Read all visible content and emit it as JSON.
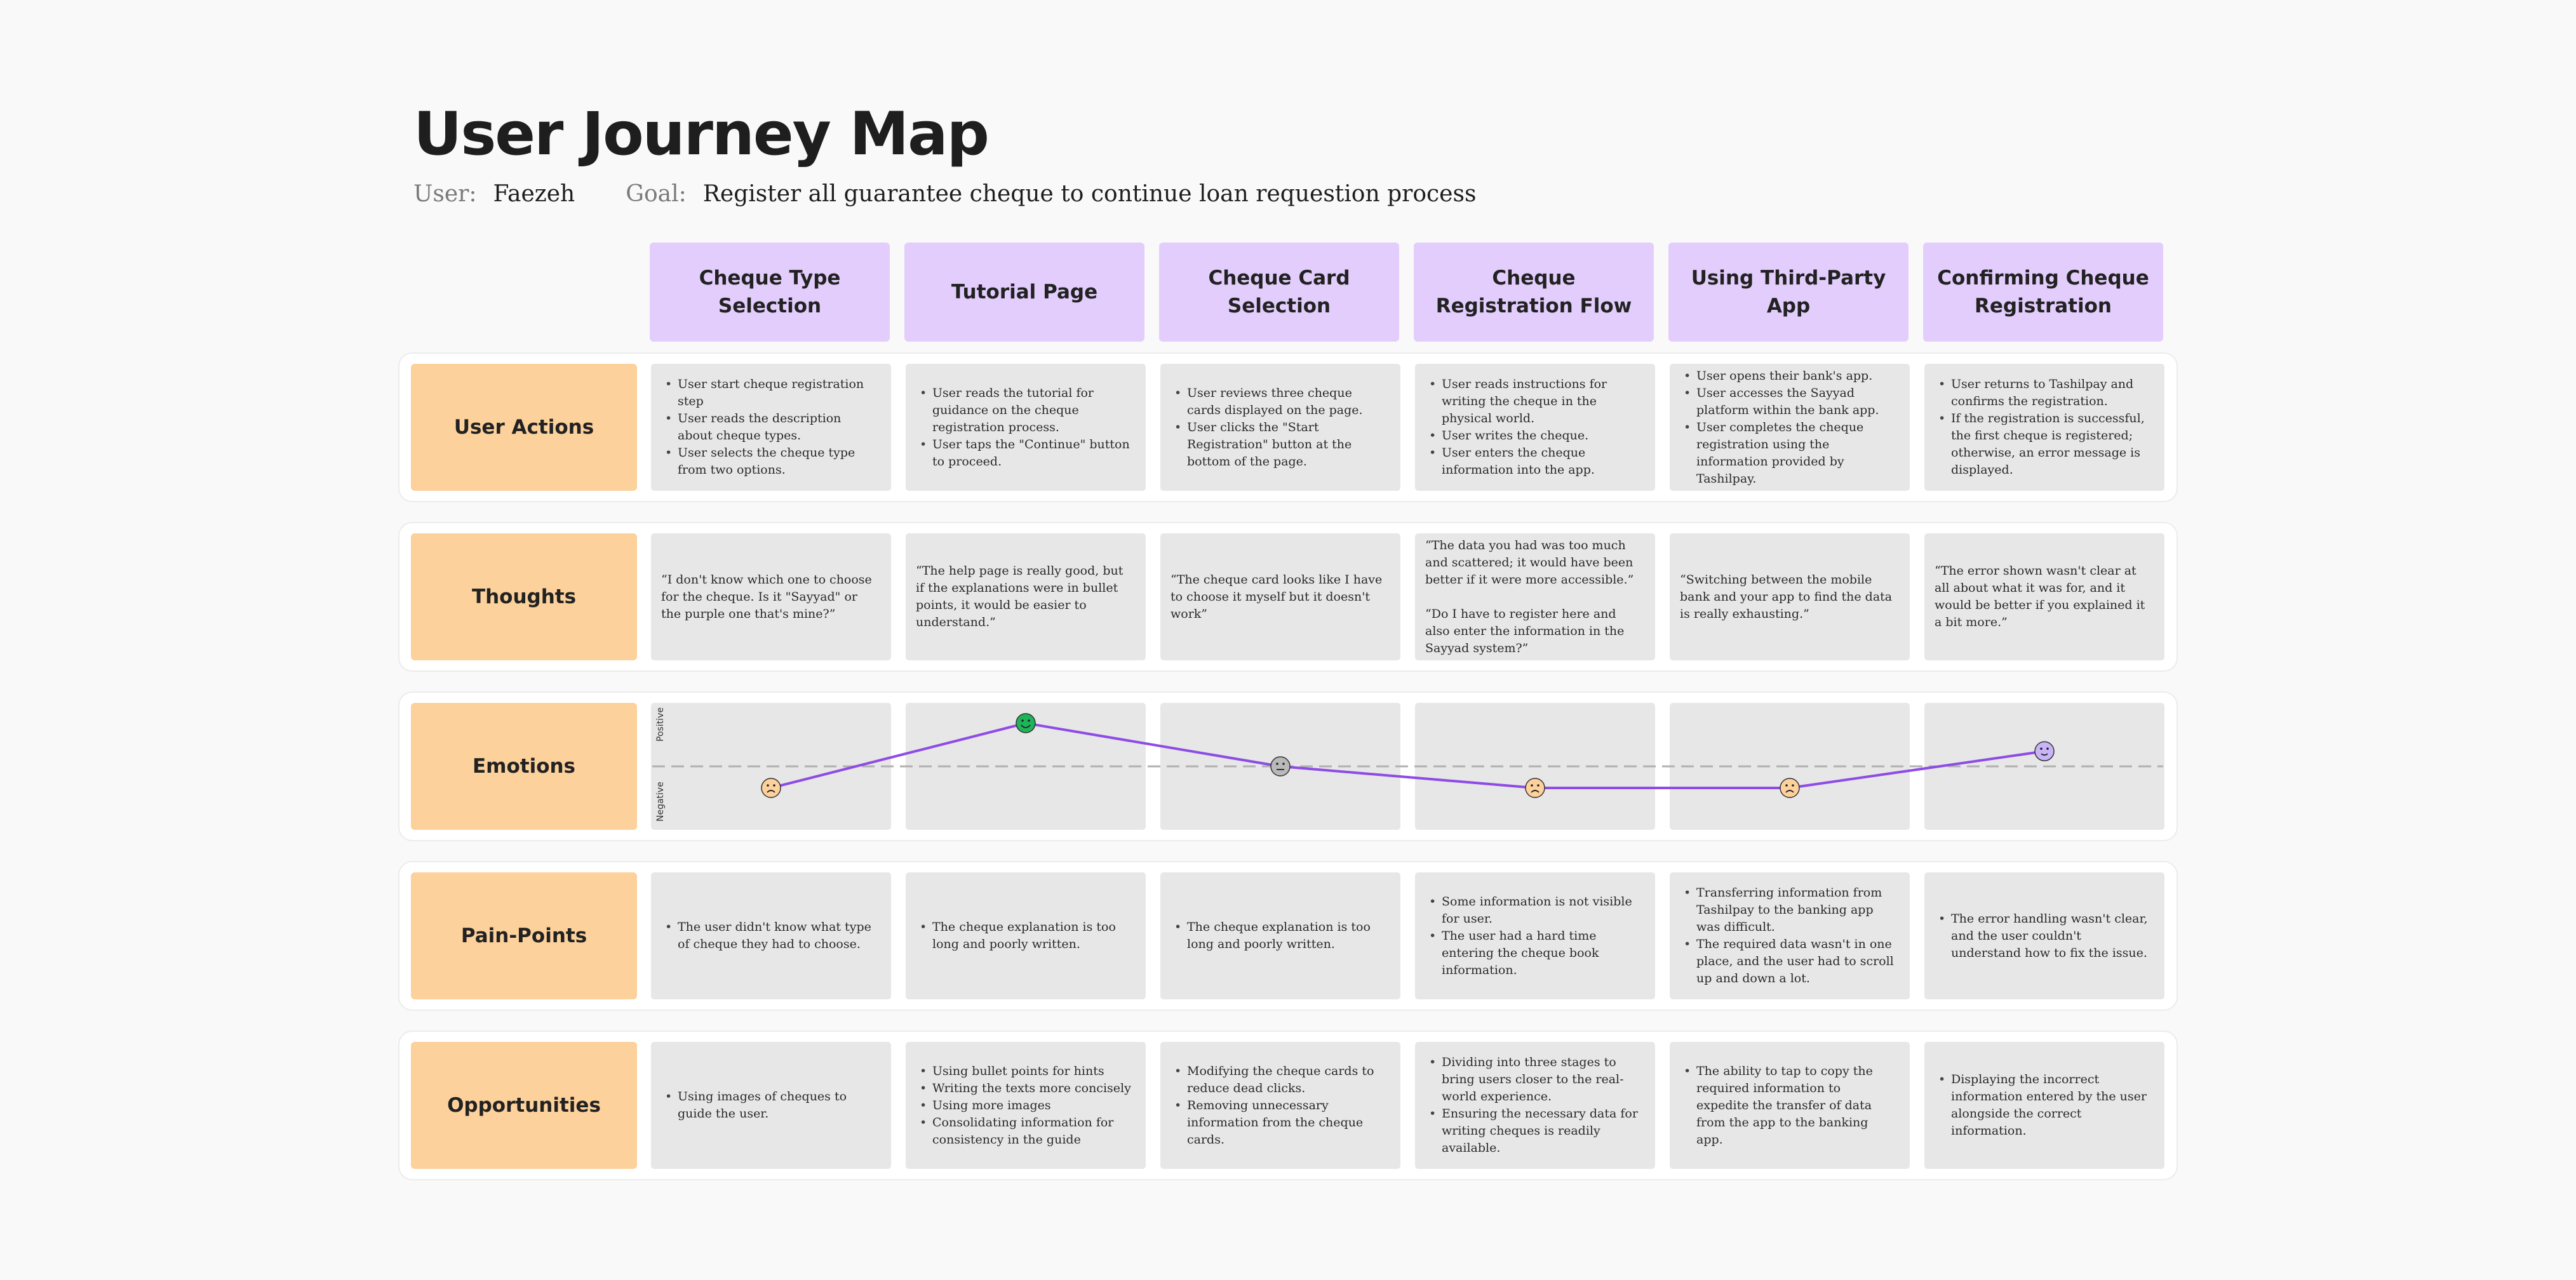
{
  "title": "User Journey Map",
  "user_label": "User:",
  "user_value": "Faezeh",
  "goal_label": "Goal:",
  "goal_value": "Register all guarantee cheque to continue loan requestion process",
  "stages": [
    "Cheque Type Selection",
    "Tutorial Page",
    "Cheque Card Selection",
    "Cheque Registration Flow",
    "Using Third-Party App",
    "Confirming Cheque Registration"
  ],
  "row_labels": {
    "actions": "User Actions",
    "thoughts": "Thoughts",
    "emotions": "Emotions",
    "pain_points": "Pain-Points",
    "opportunities": "Opportunities"
  },
  "user_actions": [
    [
      "User start cheque registration step",
      "User reads the description about cheque types.",
      "User selects the cheque type from two options."
    ],
    [
      "User reads the tutorial for guidance on the cheque registration process.",
      "User taps the \"Continue\" button to proceed."
    ],
    [
      "User reviews three cheque cards displayed on the page.",
      "User clicks the \"Start Registration\" button at the bottom of the page."
    ],
    [
      "User reads instructions for writing the cheque in the physical world.",
      "User writes the cheque.",
      "User enters the cheque information into the app."
    ],
    [
      "User opens their bank's app.",
      "User accesses the Sayyad platform within the bank app.",
      "User completes the cheque registration using the information provided by Tashilpay."
    ],
    [
      "User returns to Tashilpay and confirms the registration.",
      "If the registration is successful, the first cheque is registered; otherwise, an error message is displayed."
    ]
  ],
  "thoughts": [
    [
      "“I don't know which one to choose for the cheque. Is it \"Sayyad\" or the purple one that's mine?”"
    ],
    [
      "“The help page is really good, but if the explanations were in bullet points, it would be easier to understand.”"
    ],
    [
      "“The cheque card looks like I have to choose it myself but it doesn't work”"
    ],
    [
      "“The data you had was too much and scattered; it would have been better if it were more accessible.”",
      "“Do I have to register here and also enter the information in the Sayyad system?”"
    ],
    [
      "“Switching between the mobile bank and your app to find the data is really exhausting.”"
    ],
    [
      "“The error shown wasn't clear at all about what it was for, and it would be better if you explained it a bit more.”"
    ]
  ],
  "emotions": {
    "positive_label": "Positive",
    "negative_label": "Negative",
    "levels": [
      -1,
      2,
      0,
      -1,
      -1,
      0.7
    ],
    "faces": [
      "sad",
      "happy",
      "neutral",
      "sad",
      "sad",
      "content"
    ],
    "face_colors": {
      "sad": "#fdd19b",
      "happy": "#1fb35a",
      "neutral": "#b9b9b9",
      "content": "#c9b4f7"
    },
    "line_color": "#8e4be6",
    "baseline_color": "#b0b0b0"
  },
  "pain_points": [
    [
      "The user didn't know what type of cheque they had to choose."
    ],
    [
      "The cheque explanation is too long and poorly written."
    ],
    [
      "The cheque explanation is too long and poorly written."
    ],
    [
      "Some information is not visible for user.",
      "The user had a hard time entering the cheque book information."
    ],
    [
      "Transferring information from Tashilpay to the banking app was difficult.",
      "The required data wasn't in one place, and the user had to scroll up and down a lot."
    ],
    [
      "The error handling wasn't clear, and the user couldn't understand how to fix the issue."
    ]
  ],
  "opportunities": [
    [
      "Using images of cheques to guide the user."
    ],
    [
      "Using bullet points for hints",
      "Writing the texts more concisely",
      "Using more images",
      "Consolidating information for consistency in the guide"
    ],
    [
      "Modifying the cheque cards to reduce dead clicks.",
      "Removing unnecessary information from the cheque cards."
    ],
    [
      "Dividing into three stages to bring users closer to the real-world experience.",
      "Ensuring the necessary data for writing cheques is readily available."
    ],
    [
      "The ability to tap to copy the required information to expedite the transfer of data from the app to the banking app."
    ],
    [
      "Displaying the incorrect information entered by the user alongside the correct information."
    ]
  ]
}
